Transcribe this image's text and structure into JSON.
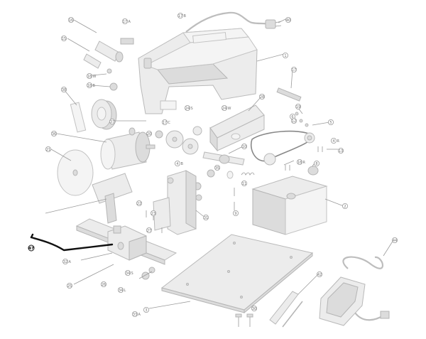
{
  "diagram": {
    "highlight_color": "#111111",
    "part_color": "#ececec",
    "callouts": [
      {
        "id": "c16",
        "num": "16",
        "suffix": ""
      },
      {
        "id": "c17a",
        "num": "17",
        "suffix": "A"
      },
      {
        "id": "c17b",
        "num": "17",
        "suffix": "B"
      },
      {
        "id": "c40",
        "num": "40",
        "suffix": ""
      },
      {
        "id": "c15",
        "num": "15",
        "suffix": ""
      },
      {
        "id": "c1",
        "num": "1",
        "suffix": ""
      },
      {
        "id": "c18w",
        "num": "18",
        "suffix": "W"
      },
      {
        "id": "c18b",
        "num": "18",
        "suffix": "B"
      },
      {
        "id": "c17",
        "num": "17",
        "suffix": ""
      },
      {
        "id": "c38",
        "num": "38",
        "suffix": ""
      },
      {
        "id": "c37",
        "num": "37",
        "suffix": ""
      },
      {
        "id": "c28",
        "num": "28",
        "suffix": ""
      },
      {
        "id": "c24s",
        "num": "24",
        "suffix": "S"
      },
      {
        "id": "c24w",
        "num": "24",
        "suffix": "W"
      },
      {
        "id": "c19",
        "num": "19",
        "suffix": ""
      },
      {
        "id": "c17c",
        "num": "17",
        "suffix": "C"
      },
      {
        "id": "c6",
        "num": "6",
        "suffix": ""
      },
      {
        "id": "c5",
        "num": "5",
        "suffix": ""
      },
      {
        "id": "c4r",
        "num": "4",
        "suffix": "R"
      },
      {
        "id": "c36",
        "num": "36",
        "suffix": ""
      },
      {
        "id": "c10",
        "num": "10",
        "suffix": ""
      },
      {
        "id": "c12",
        "num": "12",
        "suffix": ""
      },
      {
        "id": "c13",
        "num": "13",
        "suffix": ""
      },
      {
        "id": "c18r",
        "num": "18",
        "suffix": "R"
      },
      {
        "id": "c21",
        "num": "21",
        "suffix": ""
      },
      {
        "id": "c4b",
        "num": "4",
        "suffix": "B"
      },
      {
        "id": "c35",
        "num": "35",
        "suffix": ""
      },
      {
        "id": "c11",
        "num": "11",
        "suffix": ""
      },
      {
        "id": "c8",
        "num": "8",
        "suffix": ""
      },
      {
        "id": "c20",
        "num": "20",
        "suffix": ""
      },
      {
        "id": "c22",
        "num": "22",
        "suffix": ""
      },
      {
        "id": "c27",
        "num": "27",
        "suffix": ""
      },
      {
        "id": "c23",
        "num": "23",
        "suffix": ""
      },
      {
        "id": "c31",
        "num": "31",
        "suffix": ""
      },
      {
        "id": "c9",
        "num": "9",
        "suffix": ""
      },
      {
        "id": "c2",
        "num": "2",
        "suffix": ""
      },
      {
        "id": "c26",
        "num": "26",
        "suffix": ""
      },
      {
        "id": "c32a",
        "num": "32",
        "suffix": "A"
      },
      {
        "id": "c34s",
        "num": "34",
        "suffix": "S"
      },
      {
        "id": "c34l",
        "num": "34",
        "suffix": "L"
      },
      {
        "id": "c25",
        "num": "25",
        "suffix": ""
      },
      {
        "id": "c33a",
        "num": "33",
        "suffix": "A"
      },
      {
        "id": "c3",
        "num": "3",
        "suffix": ""
      },
      {
        "id": "c30",
        "num": "30",
        "suffix": ""
      },
      {
        "id": "c42",
        "num": "42",
        "suffix": ""
      },
      {
        "id": "c44",
        "num": "44",
        "suffix": ""
      }
    ],
    "highlighted": {
      "num": "47",
      "suffix": ""
    }
  }
}
